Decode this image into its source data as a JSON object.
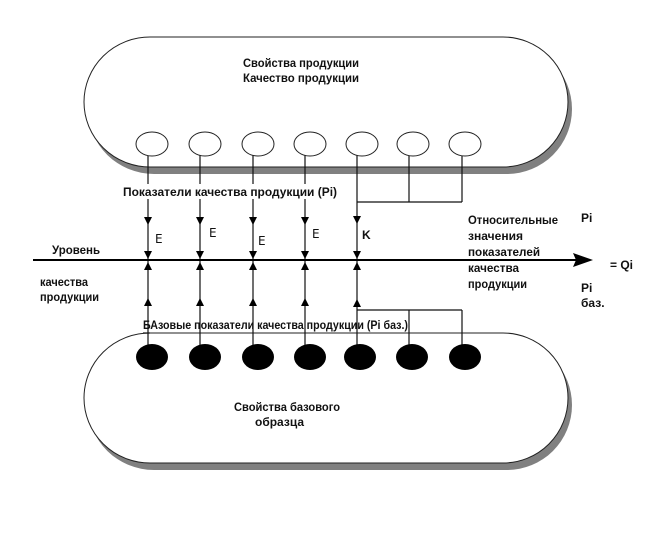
{
  "diagram": {
    "top_block": {
      "lines": [
        "Свойства продукции",
        "Качество продукции"
      ]
    },
    "indicators_label": "Показатели качества продукции (Pi)",
    "edge_labels": [
      "E",
      "E",
      "E",
      "E",
      "K"
    ],
    "axis": {
      "left_label_top": "Уровень",
      "left_label_bottom": [
        "качества",
        "продукции"
      ]
    },
    "relative_values": {
      "lines": [
        "Относительные",
        "значения",
        "показателей",
        "качества",
        "продукции"
      ]
    },
    "formula": {
      "numerator": "Pi",
      "result": "= Qi",
      "denominator": "Pi",
      "denominator_suffix": "баз."
    },
    "base_indicators_label": "БАзовые показатели качества продукции (Pi баз.)",
    "bottom_block": {
      "lines": [
        "Свойства базового",
        "образца"
      ]
    }
  }
}
